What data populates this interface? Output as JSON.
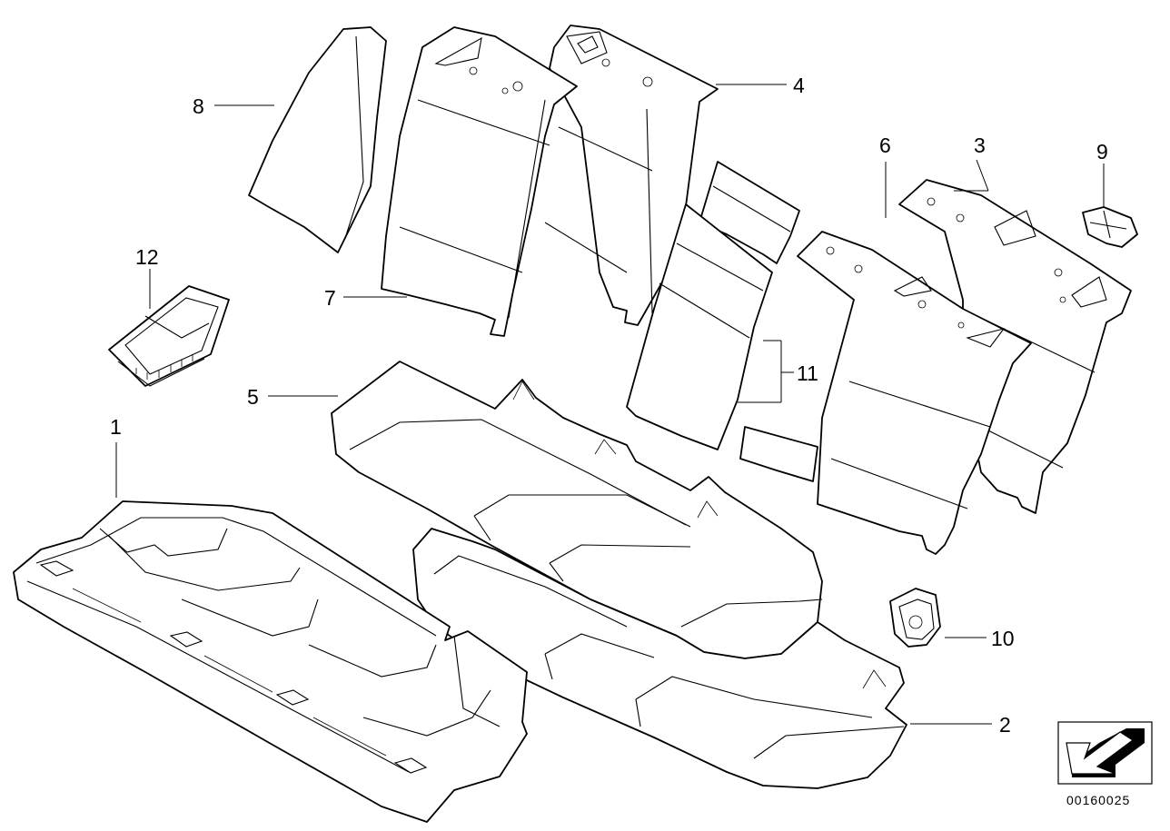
{
  "diagram": {
    "callouts": {
      "p1": "1",
      "p2": "2",
      "p3": "3",
      "p4": "4",
      "p5": "5",
      "p6": "6",
      "p7": "7",
      "p8": "8",
      "p9": "9",
      "p10": "10",
      "p11": "11",
      "p12": "12"
    },
    "document_id": "00160025",
    "icons": {
      "orientation": "direction-arrow-icon"
    }
  }
}
